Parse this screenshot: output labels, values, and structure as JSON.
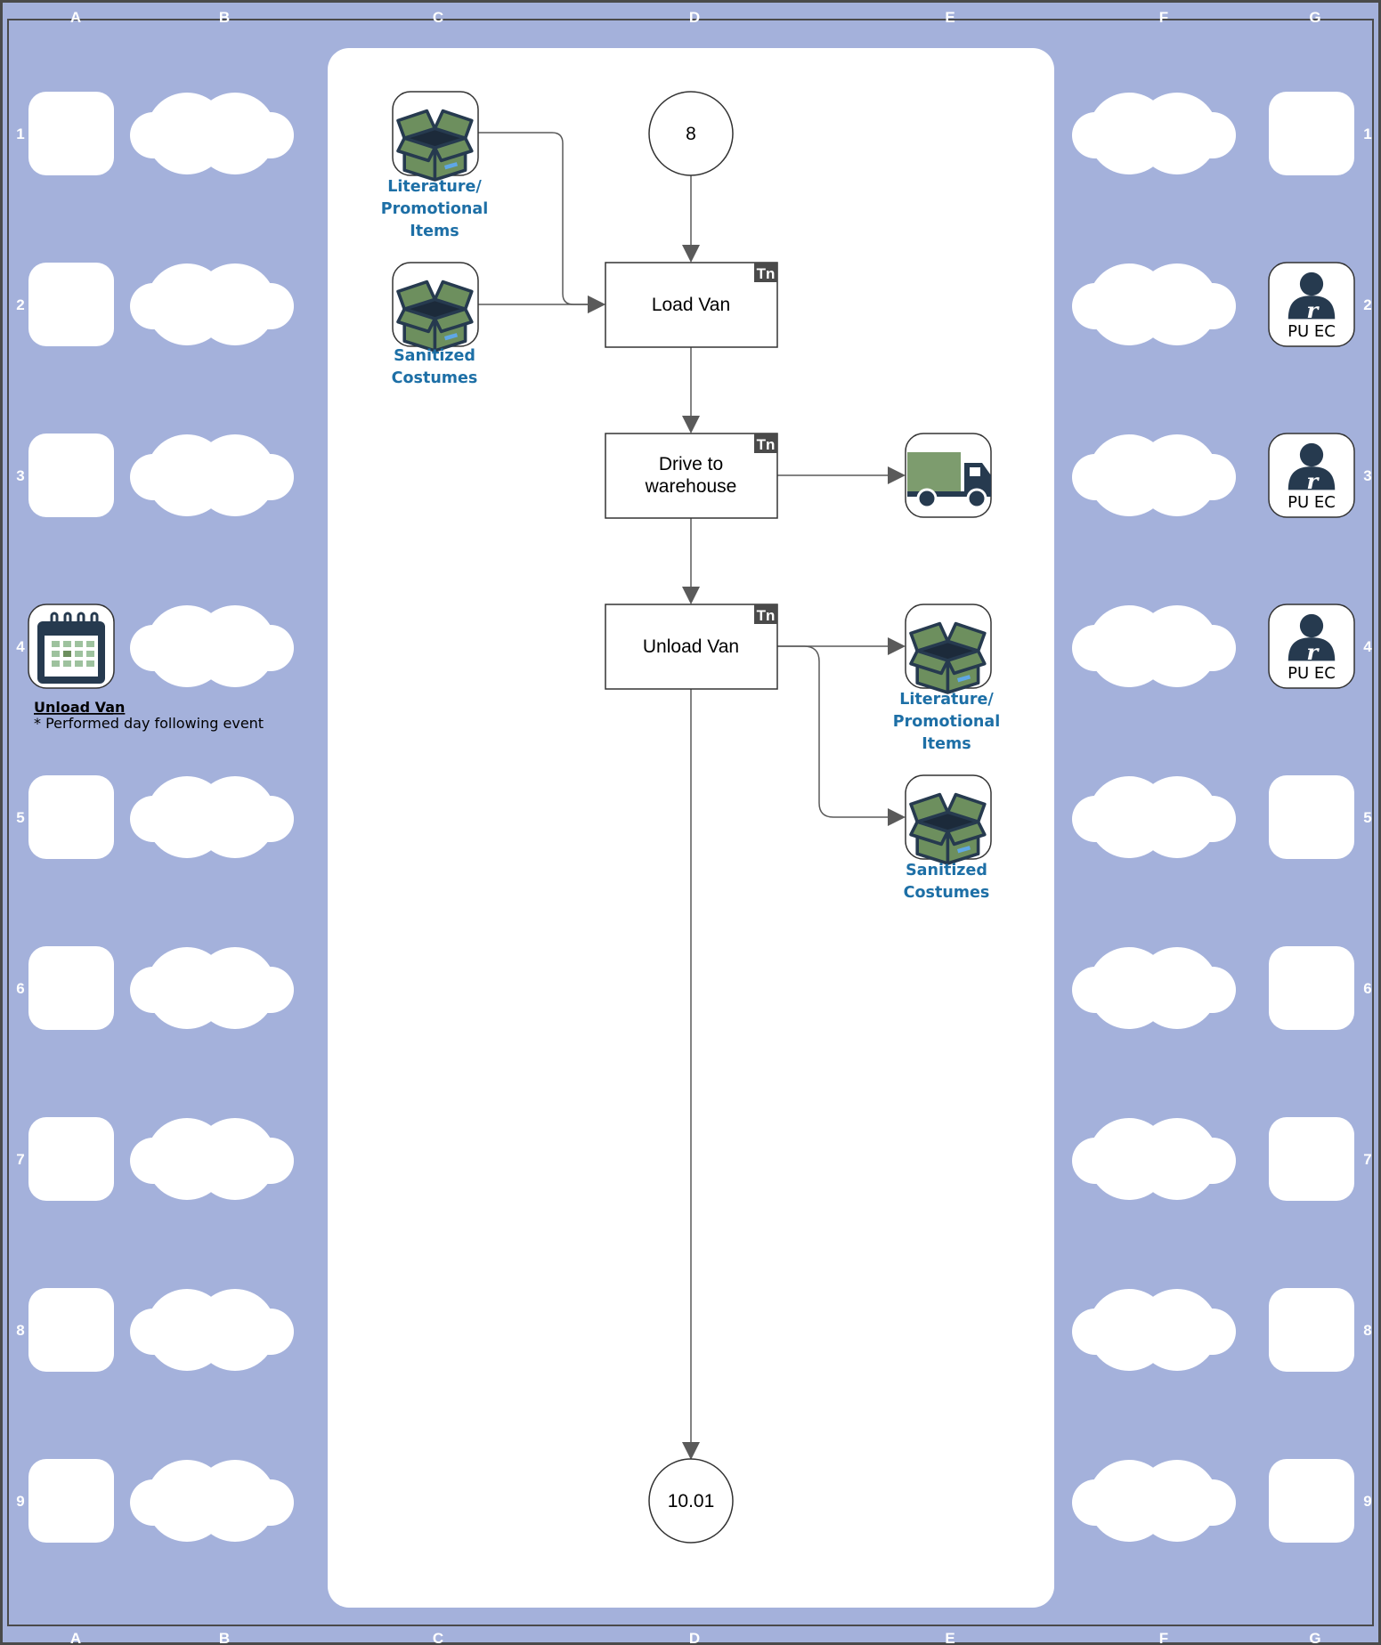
{
  "columns": [
    "A",
    "B",
    "C",
    "D",
    "E",
    "F",
    "G"
  ],
  "rows": [
    "1",
    "2",
    "3",
    "4",
    "5",
    "6",
    "7",
    "8",
    "9"
  ],
  "connectors": {
    "start": "8",
    "end": "10.01"
  },
  "tasks": {
    "load_van": {
      "lines": [
        "Load Van"
      ],
      "badge": "Tn"
    },
    "drive": {
      "lines": [
        "Drive to",
        "warehouse"
      ],
      "badge": "Tn"
    },
    "unload_van": {
      "lines": [
        "Unload Van"
      ],
      "badge": "Tn"
    }
  },
  "inputs": {
    "literature": {
      "lines": [
        "Literature/",
        "Promotional",
        "Items"
      ]
    },
    "costumes": {
      "lines": [
        "Sanitized",
        "Costumes"
      ]
    }
  },
  "outputs": {
    "literature": {
      "lines": [
        "Literature/",
        "Promotional",
        "Items"
      ]
    },
    "costumes": {
      "lines": [
        "Sanitized",
        "Costumes"
      ]
    }
  },
  "roles": {
    "row2": "PU EC",
    "row3": "PU EC",
    "row4": "PU EC"
  },
  "note": {
    "title": "Unload Van",
    "text": "* Performed day following event"
  },
  "icons": {
    "box": "open-box-icon",
    "truck": "truck-icon",
    "calendar": "calendar-icon",
    "role": "person-icon",
    "cloud": "cloud-placeholder-icon"
  },
  "colors": {
    "frame": "#a4b1db",
    "box_green": "#6d8f5e",
    "box_dark": "#263a4f",
    "label_blue": "#1d6fa6",
    "tn_badge": "#4a4a4a"
  }
}
